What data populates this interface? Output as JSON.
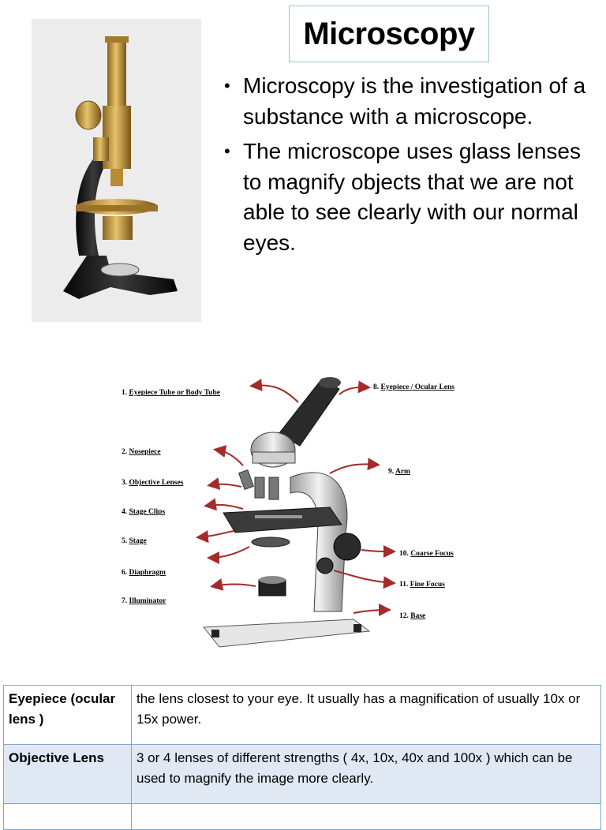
{
  "slide": {
    "title": "Microscopy",
    "bullets": [
      "Microscopy is the investigation of a substance with a microscope.",
      "The microscope uses glass lenses to magnify objects that we are not able to see clearly with  our normal eyes."
    ],
    "bullet_glyph": "•"
  },
  "diagram": {
    "labels": [
      {
        "num": "1.",
        "text": "Eyepiece Tube or Body Tube"
      },
      {
        "num": "2.",
        "text": "Nosepiece"
      },
      {
        "num": "3.",
        "text": "Objective Lenses"
      },
      {
        "num": "4.",
        "text": "Stage Clips"
      },
      {
        "num": "5.",
        "text": "Stage"
      },
      {
        "num": "6.",
        "text": "Diaphragm"
      },
      {
        "num": "7.",
        "text": "Illuminator"
      },
      {
        "num": "8.",
        "text": "Eyepiece / Ocular Lens"
      },
      {
        "num": "9.",
        "text": "Arm"
      },
      {
        "num": "10.",
        "text": "Coarse Focus"
      },
      {
        "num": "11.",
        "text": "Fine Focus"
      },
      {
        "num": "12.",
        "text": "Base"
      }
    ]
  },
  "table": {
    "rows": [
      {
        "term": "Eyepiece (ocular lens )",
        "definition": "the lens closest to your eye. It usually has a magnification of usually 10x or 15x power."
      },
      {
        "term": "Objective Lens",
        "definition": "3 or 4 lenses of different strengths ( 4x, 10x, 40x and 100x ) which can be used to magnify the image more clearly."
      },
      {
        "term": "",
        "definition": ""
      }
    ]
  },
  "colors": {
    "arrow": "#a52a2a",
    "table_border": "#7fa7d0",
    "table_alt_row": "#dfe8f3",
    "title_border": "#9cc3d8",
    "brass": "#c89b3c"
  }
}
